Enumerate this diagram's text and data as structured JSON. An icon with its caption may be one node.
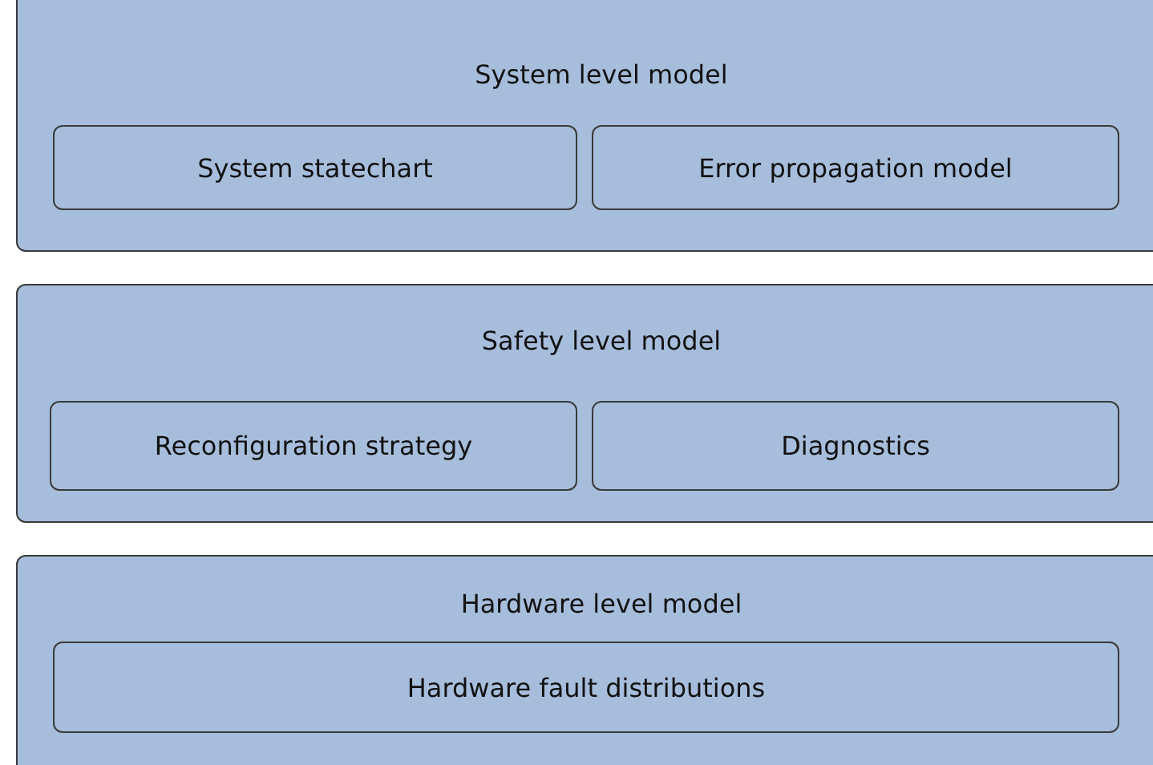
{
  "diagram": {
    "nodes": [
      {
        "text": [
          "System level model"
        ]
      },
      {
        "text": [
          "System statechart"
        ],
        "in": 0
      },
      {
        "text": [
          "Error propagation model"
        ],
        "in": 0
      },
      {
        "text": [
          "Safety level model"
        ]
      },
      {
        "text": [
          "Reconfiguration strategy"
        ],
        "in": 3
      },
      {
        "text": [
          "Diagnostics"
        ],
        "in": 3
      },
      {
        "text": [
          "Hardware level model"
        ]
      },
      {
        "text": [
          "Hardware fault distributions"
        ],
        "in": 6
      }
    ]
  }
}
